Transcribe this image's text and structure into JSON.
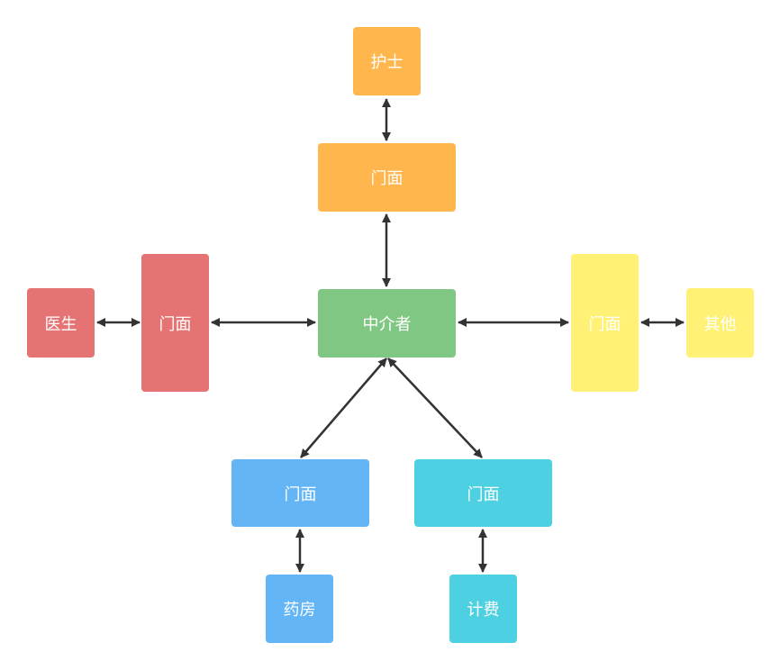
{
  "nodes": {
    "nurse": "护士",
    "facade_top": "门面",
    "doctor": "医生",
    "facade_left": "门面",
    "mediator": "中介者",
    "facade_right": "门面",
    "other": "其他",
    "facade_bottom_left": "门面",
    "pharmacy": "药房",
    "facade_bottom_right": "门面",
    "billing": "计费"
  },
  "colors": {
    "orange": "#FFB74D",
    "red": "#E57373",
    "green": "#81C784",
    "yellow": "#FFF176",
    "blue": "#64B5F6",
    "cyan": "#4DD0E1",
    "connector": "#333333"
  },
  "edges": [
    {
      "from": "nurse",
      "to": "facade_top",
      "direction": "both"
    },
    {
      "from": "facade_top",
      "to": "mediator",
      "direction": "both"
    },
    {
      "from": "doctor",
      "to": "facade_left",
      "direction": "both"
    },
    {
      "from": "facade_left",
      "to": "mediator",
      "direction": "both"
    },
    {
      "from": "mediator",
      "to": "facade_right",
      "direction": "both"
    },
    {
      "from": "facade_right",
      "to": "other",
      "direction": "both"
    },
    {
      "from": "mediator",
      "to": "facade_bottom_left",
      "direction": "both"
    },
    {
      "from": "mediator",
      "to": "facade_bottom_right",
      "direction": "both"
    },
    {
      "from": "facade_bottom_left",
      "to": "pharmacy",
      "direction": "both"
    },
    {
      "from": "facade_bottom_right",
      "to": "billing",
      "direction": "both"
    }
  ]
}
